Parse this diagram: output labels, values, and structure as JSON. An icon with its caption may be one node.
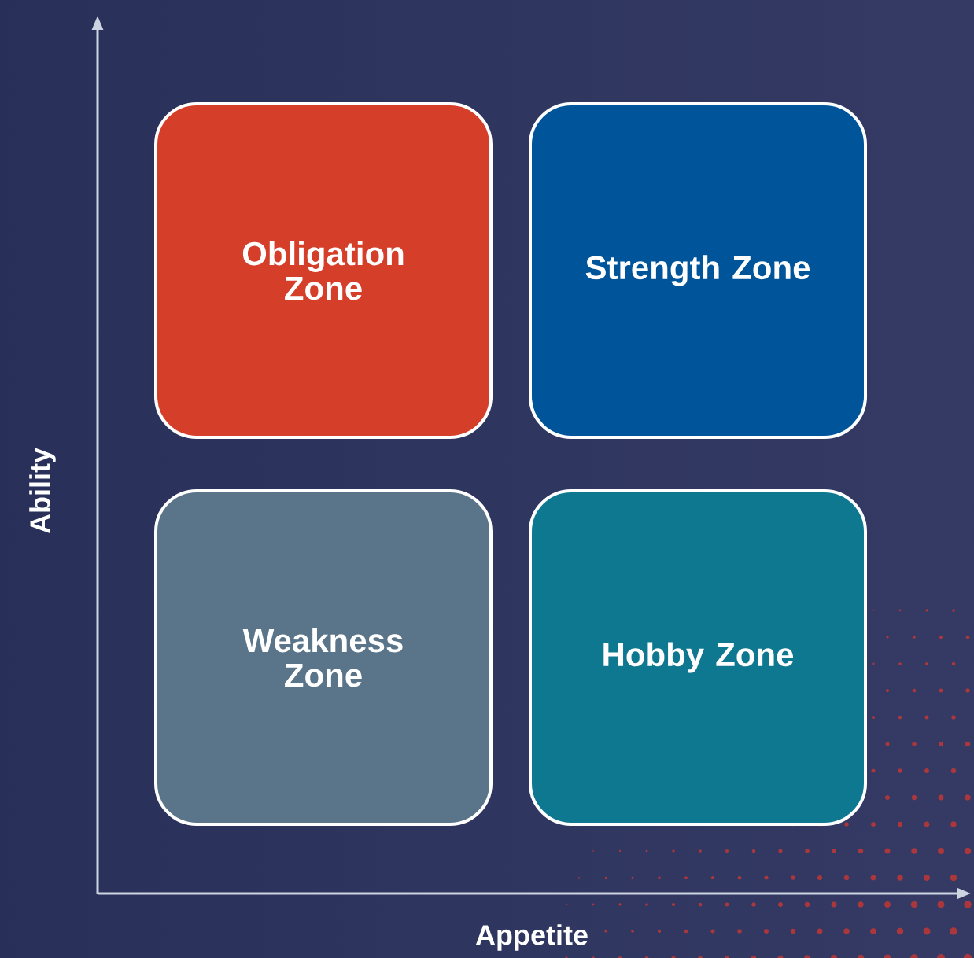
{
  "diagram": {
    "nodes": [
      {
        "text": [
          "Obligation Zone"
        ]
      },
      {
        "text": [
          "Strength Zone"
        ]
      },
      {
        "text": [
          "Weakness Zone"
        ]
      },
      {
        "text": [
          "Hobby Zone"
        ]
      }
    ],
    "labels": [
      "Ability",
      "Appetite"
    ]
  }
}
